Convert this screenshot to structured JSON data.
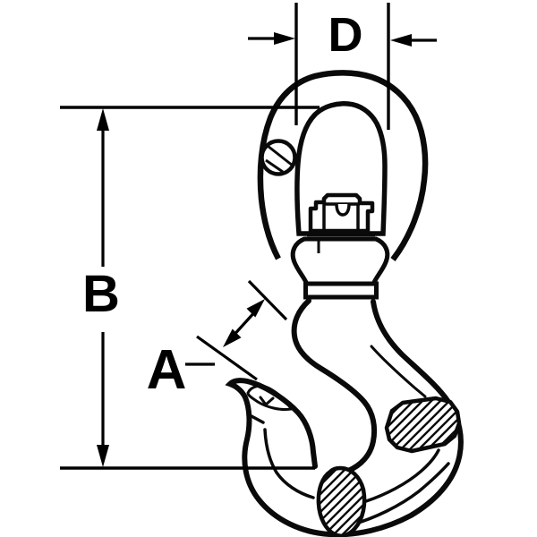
{
  "diagram": {
    "title": "swivel-hook-dimension-drawing",
    "background_color": "#ffffff",
    "line_color": "#0a0a0a",
    "dimension_labels": {
      "top_width": "D",
      "left_height": "B",
      "throat_opening": "A"
    },
    "icons": [
      "arrow-right-icon",
      "arrow-left-icon",
      "arrow-up-icon",
      "arrow-down-icon",
      "double-diagonal-arrow-icon",
      "hatched-circle-section-icon"
    ]
  }
}
